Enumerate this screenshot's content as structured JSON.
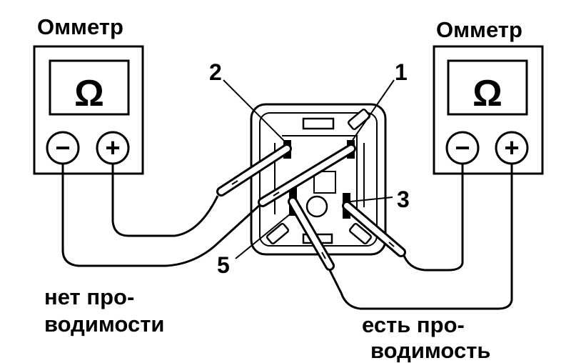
{
  "meters": {
    "left": {
      "title": "Омметр",
      "display": "Ω",
      "neg": "−",
      "pos": "+"
    },
    "right": {
      "title": "Омметр",
      "display": "Ω",
      "neg": "−",
      "pos": "+"
    }
  },
  "pins": {
    "p1": "1",
    "p2": "2",
    "p3": "3",
    "p5": "5"
  },
  "results": {
    "left": {
      "line1": "нет про-",
      "line2": "водимости"
    },
    "right": {
      "line1": "есть про-",
      "line2": "водимость"
    }
  }
}
